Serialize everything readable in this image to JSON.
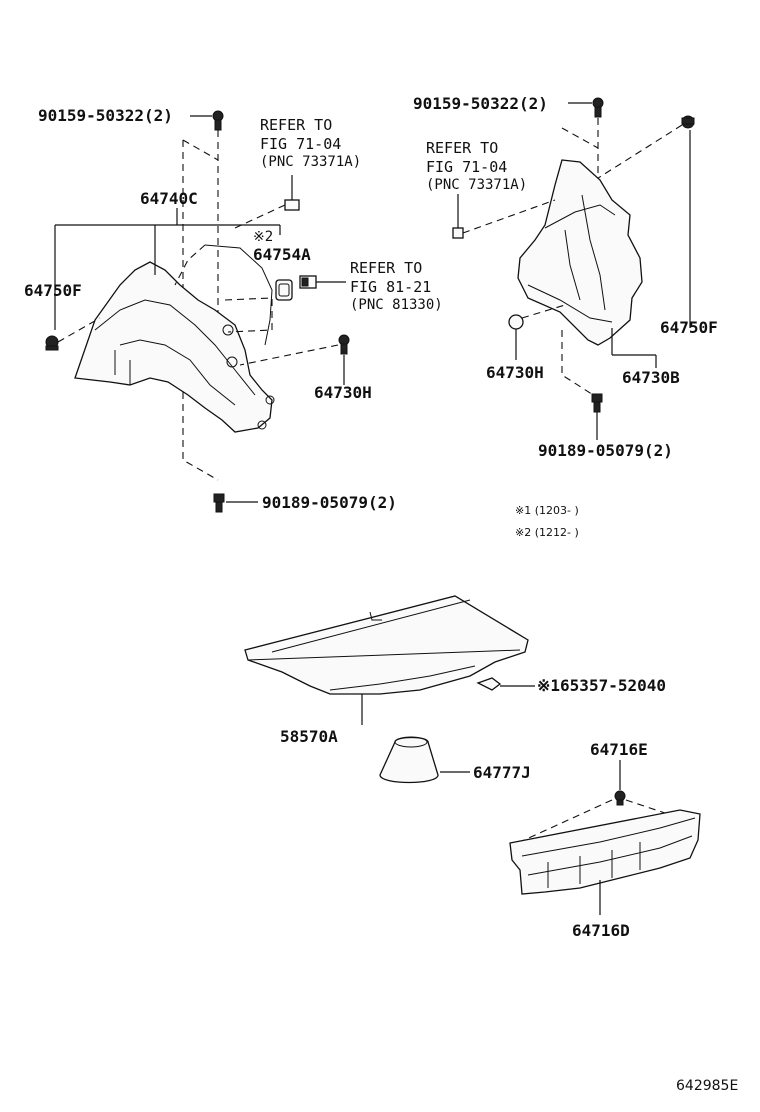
{
  "labels": {
    "bolt_left_top": "90159-50322(2)",
    "refer_left_1": "REFER TO",
    "refer_left_2": "FIG 71-04",
    "refer_left_3": "(PNC 73371A)",
    "part_64740c": "64740C",
    "mark2_left": "※2",
    "part_64754a": "64754A",
    "refer_mid_1": "REFER TO",
    "refer_mid_2": "FIG 81-21",
    "refer_mid_3": "(PNC 81330)",
    "part_64750f_left": "64750F",
    "part_64730h_left": "64730H",
    "clip_left_bottom": "90189-05079(2)",
    "bolt_right_top": "90159-50322(2)",
    "refer_right_1": "REFER TO",
    "refer_right_2": "FIG 71-04",
    "refer_right_3": "(PNC 73371A)",
    "part_64750f_right": "64750F",
    "part_64730h_right": "64730H",
    "part_64730b": "64730B",
    "clip_right_bottom": "90189-05079(2)",
    "note1": "※1 (1203-      )",
    "note2": "※2 (1212-      )",
    "part_58570a": "58570A",
    "part_165357": "※165357-52040",
    "part_64777j": "64777J",
    "part_64716e": "64716E",
    "part_64716d": "64716D",
    "figure_code": "642985E"
  }
}
